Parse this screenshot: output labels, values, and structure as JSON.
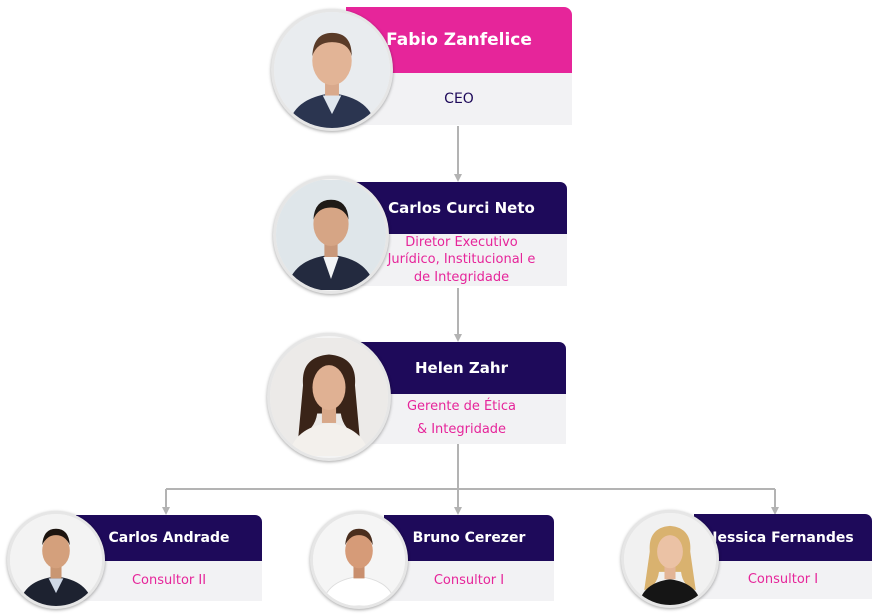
{
  "colors": {
    "magenta": "#e6259a",
    "navy": "#1e0a5a",
    "role_text_pink": "#e6259a",
    "role_text_navy": "#1e0a5a",
    "connector": "#b3b3b3",
    "role_bg": "#f2f2f4"
  },
  "people": [
    {
      "id": "ceo",
      "name": "Fabio Zanfelice",
      "role": [
        "CEO"
      ],
      "icon": "portrait-man-suit-icon"
    },
    {
      "id": "director",
      "name": "Carlos Curci Neto",
      "role": [
        "Diretor Executivo",
        "Jurídico, Institucional e",
        "de Integridade"
      ],
      "icon": "portrait-man-suit-icon"
    },
    {
      "id": "manager",
      "name": "Helen Zahr",
      "role": [
        "Gerente de Ética",
        "& Integridade"
      ],
      "icon": "portrait-woman-icon"
    },
    {
      "id": "consultant-1",
      "name": "Carlos Andrade",
      "role": [
        "Consultor II"
      ],
      "icon": "portrait-man-icon"
    },
    {
      "id": "consultant-2",
      "name": "Bruno Cerezer",
      "role": [
        "Consultor I"
      ],
      "icon": "portrait-man-icon"
    },
    {
      "id": "consultant-3",
      "name": "Jessica Fernandes",
      "role": [
        "Consultor I"
      ],
      "icon": "portrait-woman-icon"
    }
  ]
}
